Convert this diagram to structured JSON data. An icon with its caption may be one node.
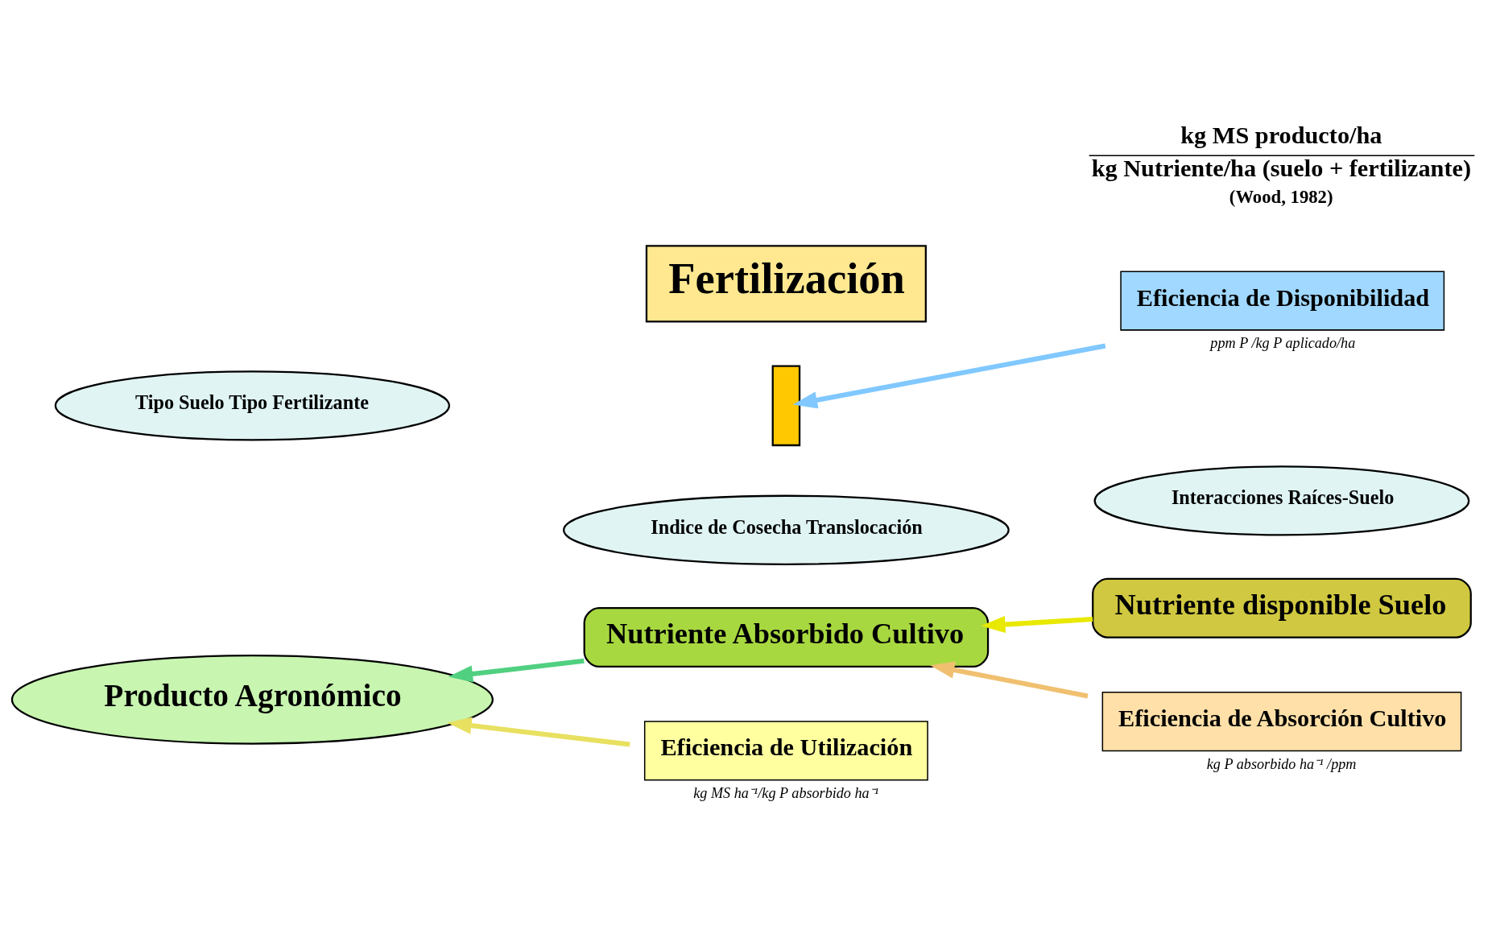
{
  "diagram": {
    "nodes": [
      {
        "text": [
          "Producto Agronómico"
        ]
      },
      {
        "text": [
          "Nutriente Absorbido Cultivo"
        ]
      },
      {
        "text": [
          "Nutriente disponible Suelo"
        ]
      },
      {
        "text": [
          "Eficiencia de Utilización"
        ],
        "beside": [
          "kg MS ha⁻¹/kg P absorbido ha⁻¹"
        ]
      },
      {
        "text": [
          "Eficiencia de Absorción Cultivo"
        ],
        "beside": [
          "kg P absorbido ha⁻¹ /ppm"
        ]
      },
      {
        "text": [
          "Eficiencia de Disponibilidad"
        ],
        "beside": [
          "ppm P /kg P aplicado/ha"
        ]
      },
      {
        "text": [
          "Fertilización"
        ]
      },
      {
        "text": [
          "Indice de Cosecha Translocación"
        ]
      },
      {
        "text": [
          "Interacciones Raíces-Suelo"
        ]
      },
      {
        "text": [
          "Tipo Suelo Tipo Fertilizante"
        ]
      },
      {
        "text": [],
        "shape": "bar"
      }
    ],
    "edges": [
      {
        "from": 1,
        "to": 0,
        "arrow": "to",
        "color": "#50d080"
      },
      {
        "from": 2,
        "to": 1,
        "arrow": "to",
        "color": "#e8e800"
      },
      {
        "from": 3,
        "to": 0,
        "arrow": "to",
        "color": "#e8e060"
      },
      {
        "from": 4,
        "to": 1,
        "arrow": "to",
        "color": "#f0c070"
      },
      {
        "from": 5,
        "to": 10,
        "arrow": "to",
        "color": "#80c8ff"
      }
    ],
    "labels": [
      "kg MS producto/ha",
      "kg Nutriente/ha (suelo + fertilizante)",
      "(Wood, 1982)"
    ]
  }
}
